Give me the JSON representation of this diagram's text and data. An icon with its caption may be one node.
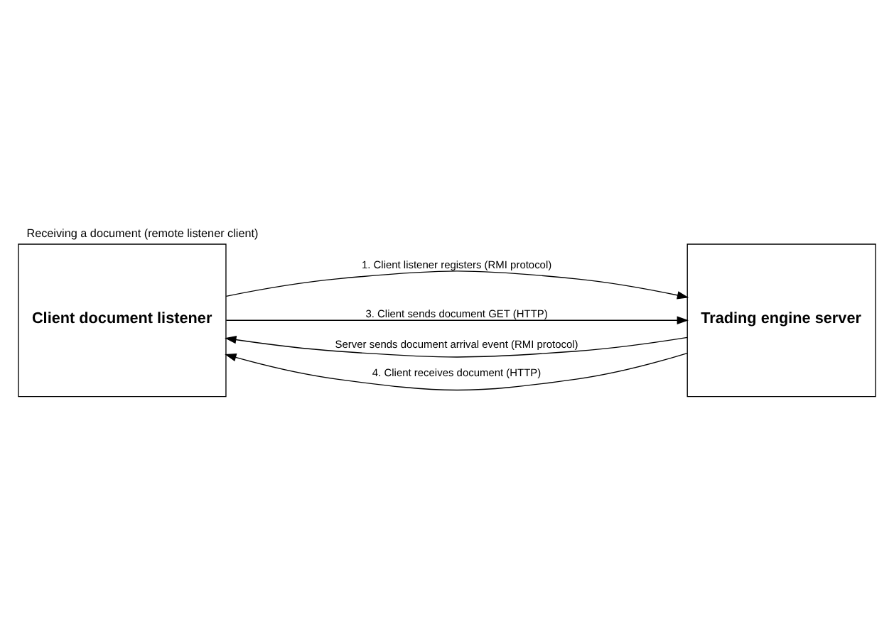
{
  "diagram": {
    "title": "Receiving a document (remote listener client)",
    "nodes": [
      {
        "text": [
          "Client document listener"
        ]
      },
      {
        "text": [
          "Trading engine server"
        ]
      }
    ],
    "edges": [
      {
        "from": 0,
        "to": 1,
        "arrow": "to",
        "label": "1. Client listener registers (RMI protocol)"
      },
      {
        "from": 1,
        "to": 0,
        "arrow": "to",
        "label": "Server sends document arrival event (RMI protocol)"
      },
      {
        "from": 0,
        "to": 1,
        "arrow": "to",
        "label": "3. Client sends document GET (HTTP)"
      },
      {
        "from": 1,
        "to": 0,
        "arrow": "to",
        "label": "4. Client receives document (HTTP)"
      }
    ]
  }
}
